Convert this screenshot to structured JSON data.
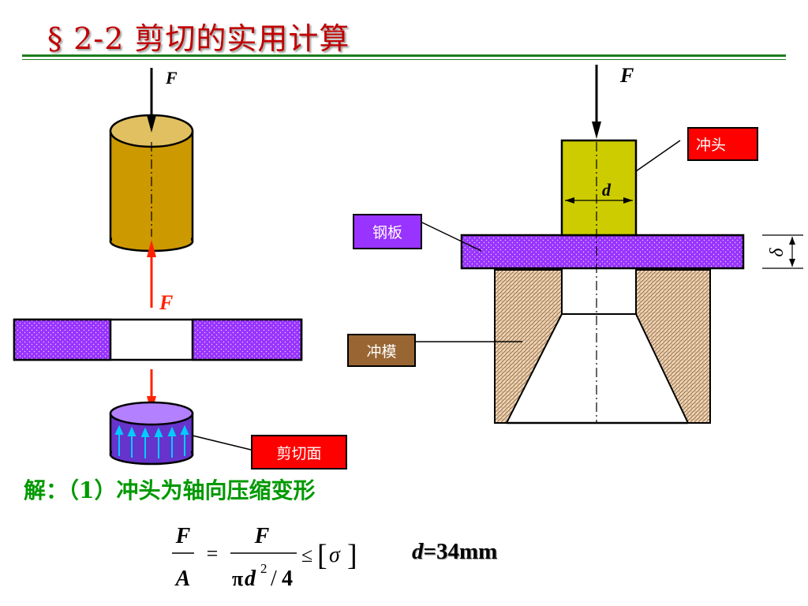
{
  "slide": {
    "title": "§ 2-2 剪切的实用计算"
  },
  "left_figure": {
    "force_top_label": "F",
    "force_reaction_label": "F"
  },
  "right_figure": {
    "force_label": "F",
    "diameter_label": "d",
    "thickness_label": "δ"
  },
  "labels": {
    "punch": "冲头",
    "steel_plate": "钢板",
    "die": "冲模",
    "shear_plane": "剪切面"
  },
  "solution": {
    "heading": "解：（1）冲头为轴向压缩变形",
    "formula": {
      "numerator_left": "F",
      "denominator_left": "A",
      "equals": "=",
      "numerator_right": "F",
      "pi": "π",
      "d": "d",
      "exponent": "2",
      "slash": "/",
      "four": "4",
      "leq": "≤",
      "bracket_open": "[",
      "sigma": "σ",
      "bracket_close": "]"
    },
    "d_variable": "d",
    "d_value_text": "=34mm"
  },
  "colors": {
    "title": "#c00000",
    "rule": "#1e7d1e",
    "solution_text": "#009900",
    "cylinder": "#cc9900",
    "cylinder_top": "#e0c060",
    "plate_fill": "#9933ff",
    "punch_fill": "#cccc00",
    "die_fill": "#e8c8a8",
    "slug_side": "#6633cc",
    "slug_top": "#b380ff",
    "stress_arrows": "#00ccff",
    "reaction_arrow": "#ff2200"
  }
}
